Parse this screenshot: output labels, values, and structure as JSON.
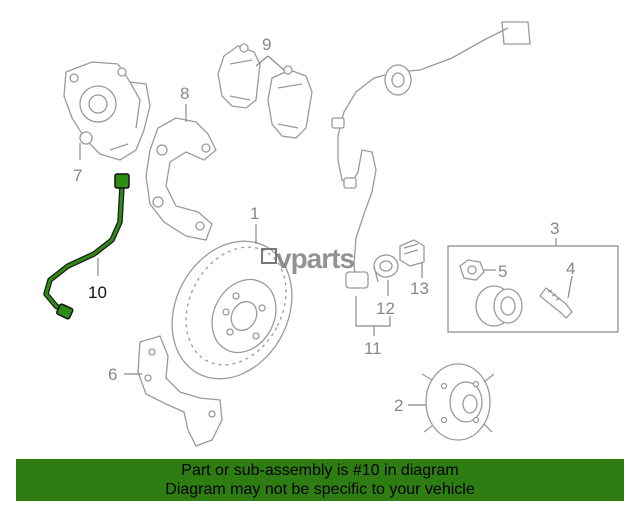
{
  "watermark": "vparts",
  "callouts": {
    "c1": "1",
    "c2": "2",
    "c3": "3",
    "c4": "4",
    "c5": "5",
    "c6": "6",
    "c7": "7",
    "c8": "8",
    "c9": "9",
    "c10": "10",
    "c11": "11",
    "c12": "12",
    "c13": "13"
  },
  "highlight_color": "#2e8b14",
  "banner": {
    "line1": "Part or sub-assembly is #10 in diagram",
    "line2": "Diagram may not be specific to your vehicle",
    "color": "#2e7d13"
  }
}
